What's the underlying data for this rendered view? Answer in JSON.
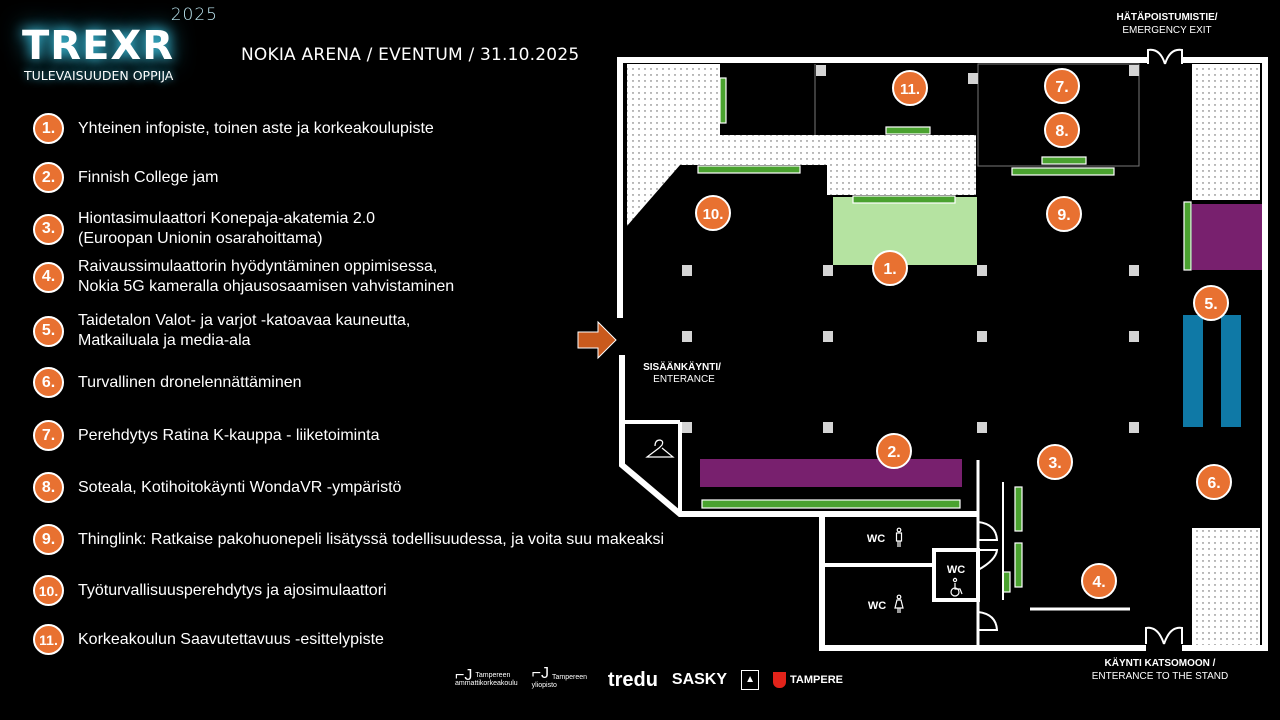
{
  "header": {
    "logo_year": "2025",
    "logo_title": "TREXR",
    "logo_subtitle": "TULEVAISUUDEN OPPIJA",
    "event": "NOKIA ARENA / EVENTUM  /  31.10.2025"
  },
  "legend": [
    {
      "num": "1.",
      "lines": [
        "Yhteinen infopiste, toinen aste ja korkeakoulupiste"
      ]
    },
    {
      "num": "2.",
      "lines": [
        "Finnish  College jam"
      ]
    },
    {
      "num": "3.",
      "lines": [
        "Hiontasimulaattori Konepaja-akatemia 2.0",
        "(Euroopan Unionin osarahoittama)"
      ]
    },
    {
      "num": "4.",
      "lines": [
        "Raivaussimulaattorin hyödyntäminen oppimisessa,",
        "Nokia 5G kameralla ohjausosaamisen vahvistaminen"
      ]
    },
    {
      "num": "5.",
      "lines": [
        "Taidetalon Valot- ja varjot -katoavaa kauneutta,",
        "Matkailuala ja media-ala"
      ]
    },
    {
      "num": "6.",
      "lines": [
        "Turvallinen dronelennättäminen"
      ]
    },
    {
      "num": "7.",
      "lines": [
        "Perehdytys Ratina K-kauppa - liiketoiminta"
      ]
    },
    {
      "num": "8.",
      "lines": [
        "Soteala, Kotihoitokäynti WondaVR -ympäristö"
      ]
    },
    {
      "num": "9.",
      "lines": [
        "Thinglink: Ratkaise pakohuonepeli lisätyssä todellisuudessa, ja voita suu makeaksi"
      ]
    },
    {
      "num": "10.",
      "lines": [
        "Työturvallisuusperehdytys ja ajosimulaattori"
      ]
    },
    {
      "num": "11.",
      "lines": [
        "Korkeakoulun Saavutettavuus -esittelypiste"
      ]
    }
  ],
  "map": {
    "emergency_exit": [
      "HÄTÄPOISTUMISTIE/",
      "EMERGENCY EXIT"
    ],
    "entrance": [
      "SISÄÄNKÄYNTI/",
      "ENTERANCE"
    ],
    "stand_entrance": [
      "KÄYNTI KATSOMOON /",
      "ENTERANCE TO THE STAND"
    ],
    "wc_men": "WC",
    "wc_accessible": "WC",
    "wc_women": "WC",
    "markers": [
      "1.",
      "2.",
      "3.",
      "4.",
      "5.",
      "6.",
      "7.",
      "8.",
      "9.",
      "10.",
      "11."
    ]
  },
  "colors": {
    "marker": "#e87131",
    "stand_green": "#4aa22f",
    "info_area": "#b5e3a1",
    "purple": "#78206e",
    "blue": "#0f79a6"
  },
  "footer_logos": [
    {
      "name": "tamk",
      "lines": [
        "Tampereen",
        "ammattikorkeakoulu"
      ]
    },
    {
      "name": "tuni",
      "lines": [
        "Tampereen yliopisto"
      ]
    },
    {
      "name": "tredu",
      "lines": [
        "tredu"
      ]
    },
    {
      "name": "sasky",
      "lines": [
        "SASKY"
      ]
    },
    {
      "name": "ammattiopisto",
      "lines": [
        "▲"
      ]
    },
    {
      "name": "tampere",
      "lines": [
        "TAMPERE"
      ]
    }
  ]
}
